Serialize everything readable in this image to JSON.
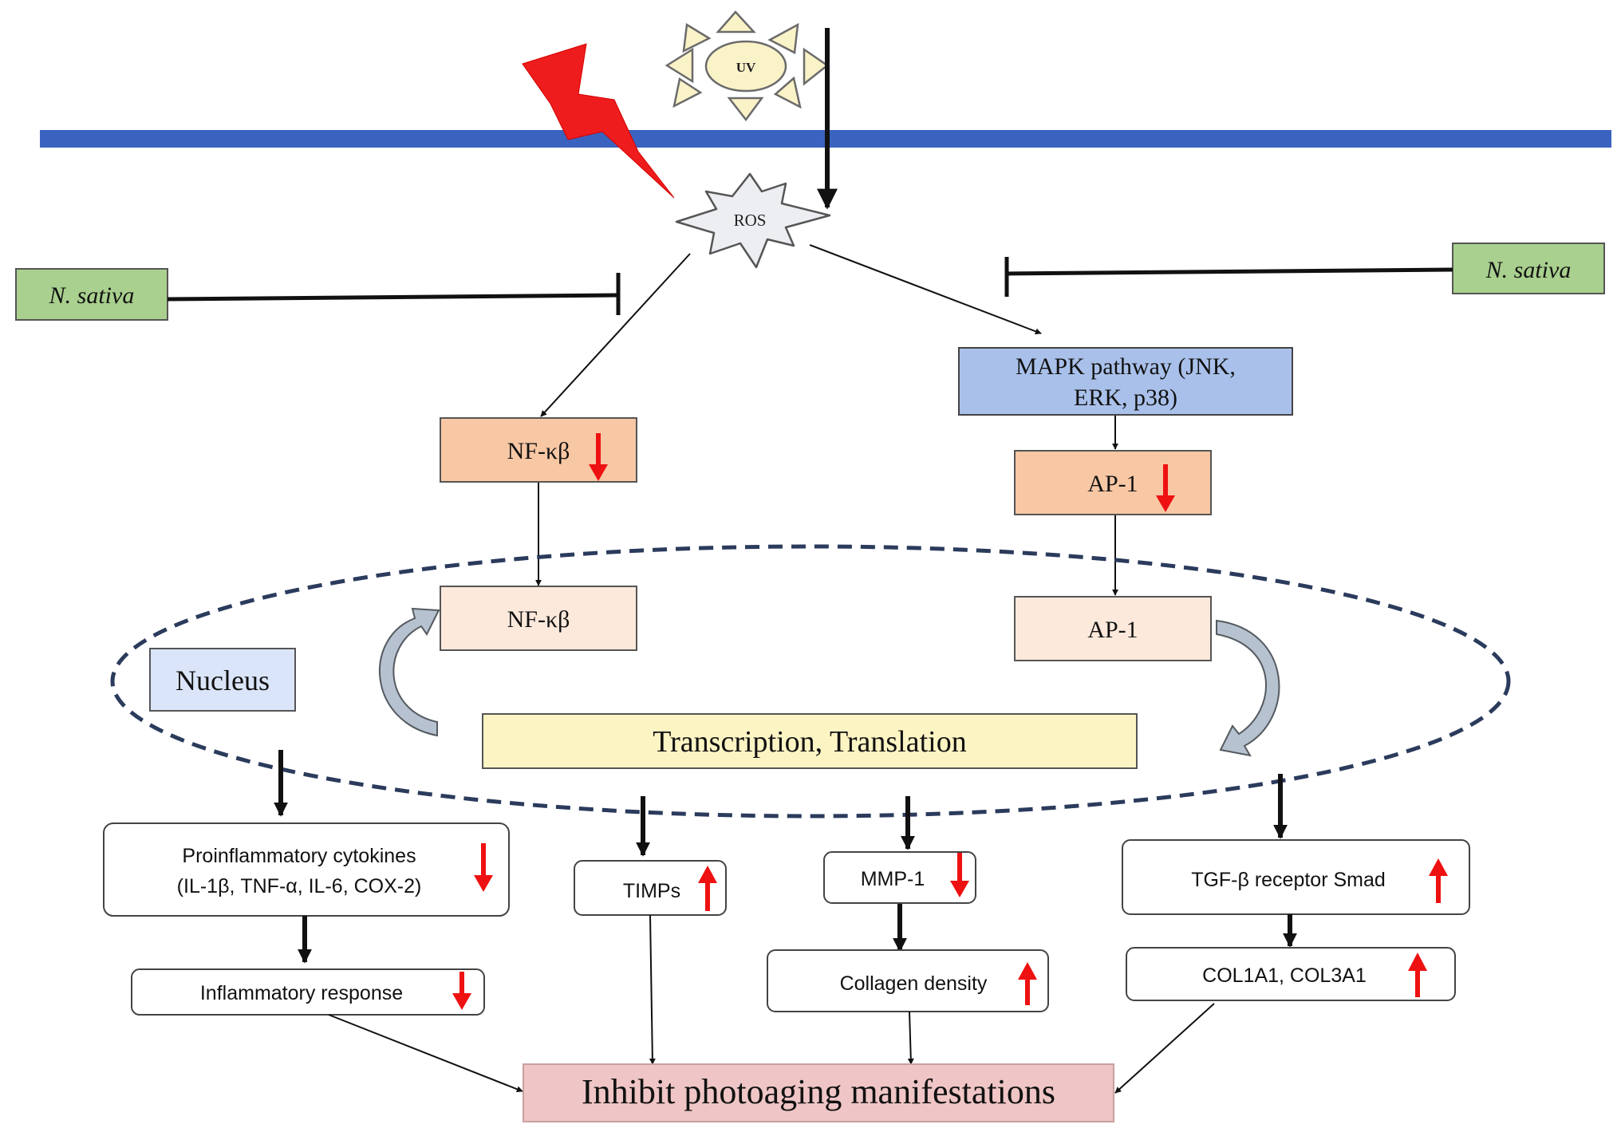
{
  "colors": {
    "membrane": "#3a63c0",
    "bolt": "#ee1c1c",
    "sun_fill": "#fbf3c8",
    "sativa_fill": "#a9d08e",
    "mapk_fill": "#a9c1ea",
    "factor_fill": "#f8c7a4",
    "nuclear_factor_fill": "#fde9dc",
    "nucleus_label_fill": "#dbe5f9",
    "transcription_fill": "#fdf4c4",
    "outcome_fill": "#efc5c5",
    "indicator_red": "#ee1111"
  },
  "sun": {
    "label": "UV"
  },
  "ros": {
    "label": "ROS"
  },
  "inhibitors": {
    "left_label": "N. sativa",
    "right_label": "N. sativa"
  },
  "pathway": {
    "mapk_line1": "MAPK pathway (JNK,",
    "mapk_line2": "ERK, p38)",
    "nfkb_cyto": "NF-κβ",
    "ap1_cyto": "AP-1",
    "nfkb_nuc": "NF-κβ",
    "ap1_nuc": "AP-1"
  },
  "nucleus": {
    "label": "Nucleus",
    "transcription": "Transcription, Translation"
  },
  "effects": {
    "cytokines_line1": "Proinflammatory cytokines",
    "cytokines_line2": "(IL-1β, TNF-α, IL-6, COX-2)",
    "cytokines_trend": "down",
    "inflammatory": "Inflammatory response",
    "inflammatory_trend": "down",
    "timps": "TIMPs",
    "timps_trend": "up",
    "mmp1": "MMP-1",
    "mmp1_trend": "down",
    "collagen": "Collagen density",
    "collagen_trend": "up",
    "tgf": "TGF-β receptor Smad",
    "tgf_trend": "up",
    "col": "COL1A1, COL3A1",
    "col_trend": "up"
  },
  "outcome": {
    "label": "Inhibit photoaging manifestations"
  }
}
